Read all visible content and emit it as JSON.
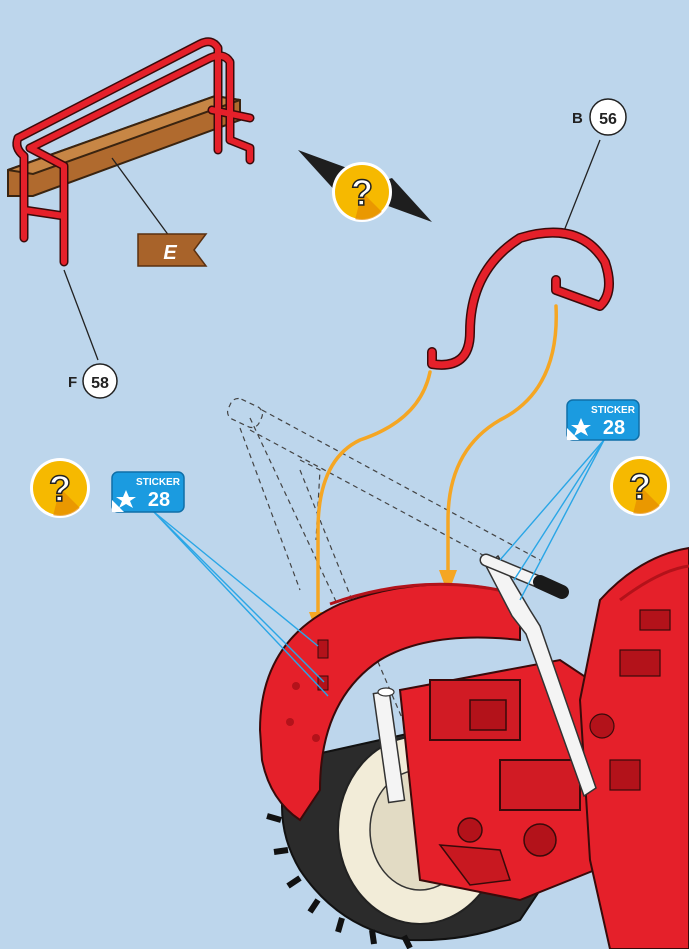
{
  "parts": {
    "part_56": {
      "letter": "B",
      "number": "56"
    },
    "part_58": {
      "letter": "F",
      "number": "58"
    },
    "piece_e": {
      "letter": "E"
    }
  },
  "stickers": [
    {
      "word": "STICKER",
      "number": "28"
    },
    {
      "word": "STICKER",
      "number": "28"
    }
  ],
  "hint": {
    "symbol": "?"
  },
  "colors": {
    "background": "#bdd6ec",
    "tractor_red": "#e5202a",
    "guide_orange": "#f5a623",
    "sticker_blue": "#1b9be0",
    "hint_yellow": "#f6b900",
    "wood_brown": "#a8632a"
  }
}
